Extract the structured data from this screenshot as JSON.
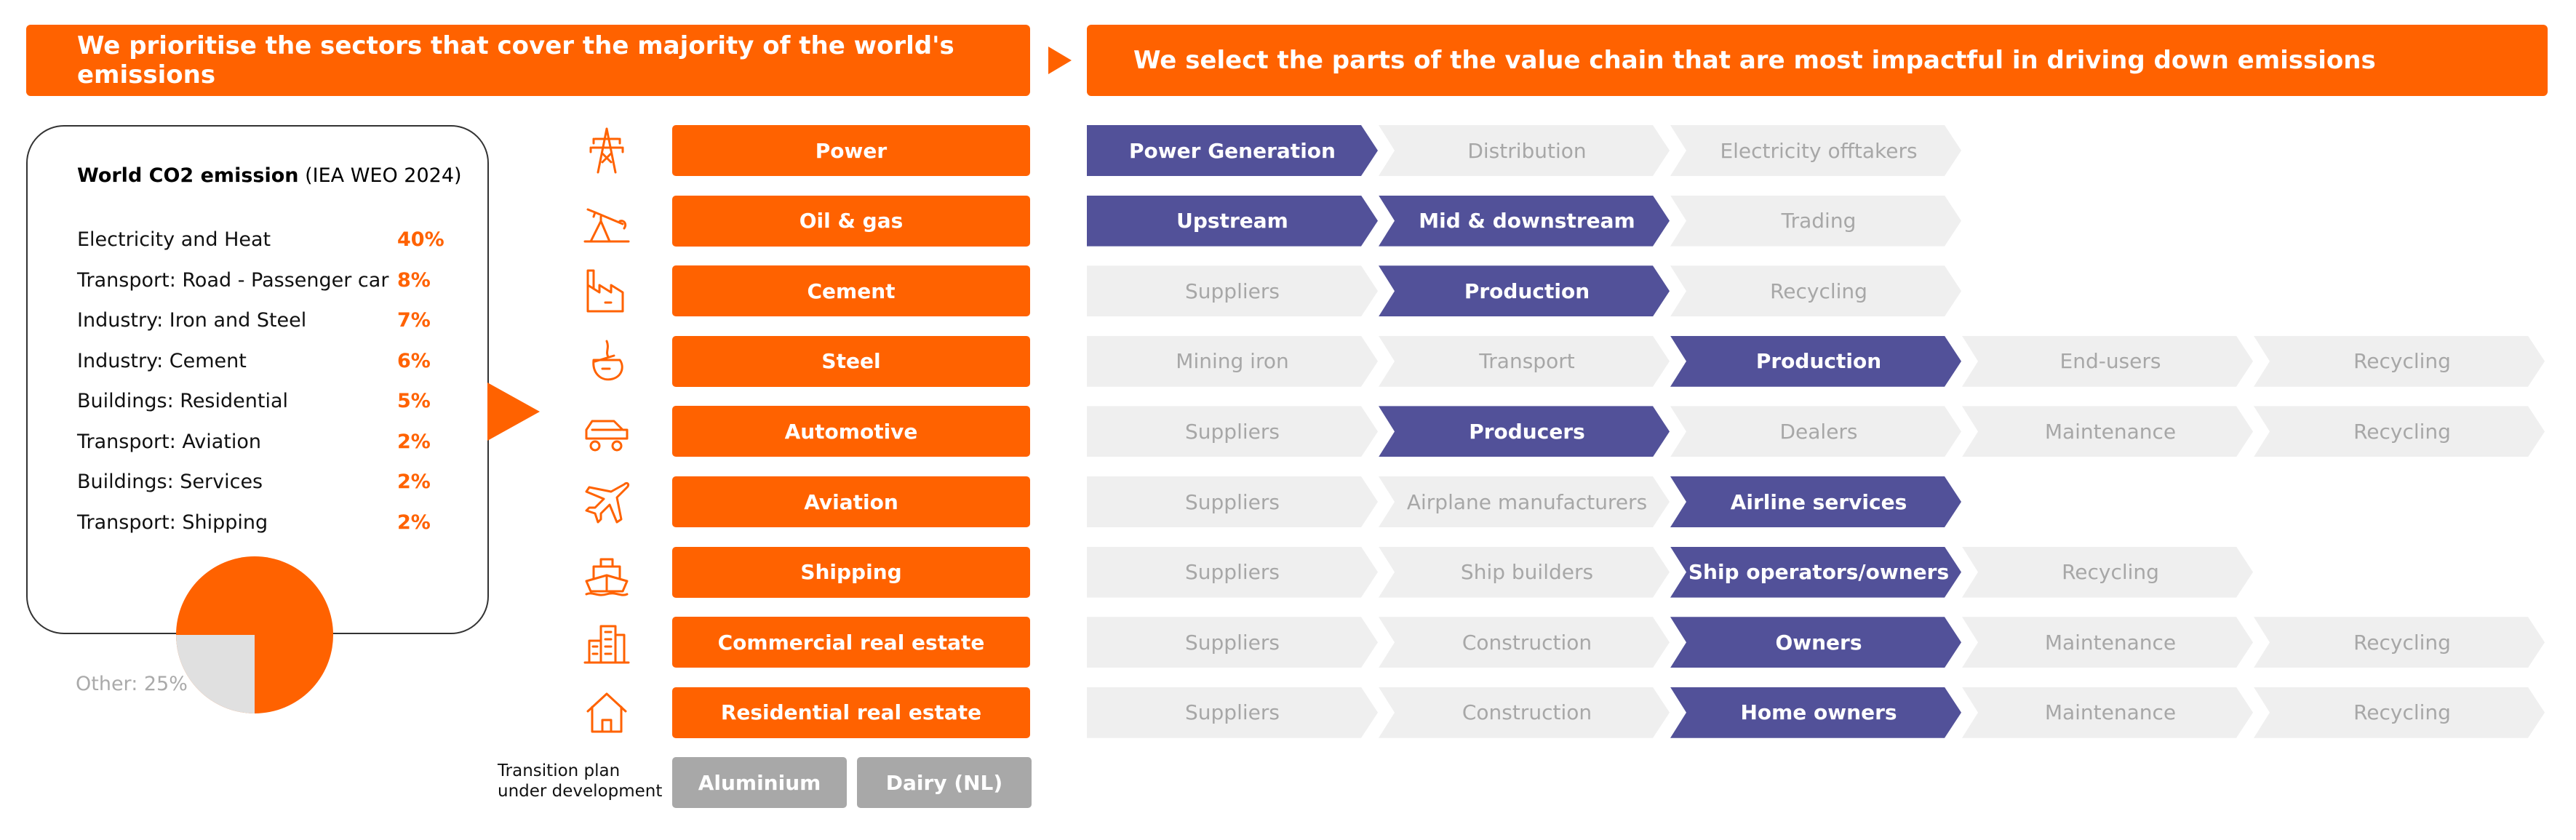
{
  "header": {
    "left_title": "We prioritise the sectors that cover the majority of the world's emissions",
    "right_title": "We select the parts of the value chain that are most impactful in driving down emissions"
  },
  "emissions": {
    "title_bold": "World CO2 emission",
    "title_source": "(IEA WEO 2024)",
    "rows": [
      {
        "label": "Electricity and Heat",
        "value": "40%"
      },
      {
        "label": "Transport: Road - Passenger car",
        "value": "8%"
      },
      {
        "label": "Industry: Iron and Steel",
        "value": "7%"
      },
      {
        "label": "Industry: Cement",
        "value": "6%"
      },
      {
        "label": "Buildings: Residential",
        "value": "5%"
      },
      {
        "label": "Transport: Aviation",
        "value": "2%"
      },
      {
        "label": "Buildings: Services",
        "value": "2%"
      },
      {
        "label": "Transport: Shipping",
        "value": "2%"
      }
    ],
    "other_label": "Other: 25%",
    "pie": {
      "covered_percent": 75,
      "other_percent": 25,
      "covered_color": "#ff6200",
      "other_color": "#e0e0e0"
    }
  },
  "sectors": [
    {
      "name": "Power",
      "icon": "power-pylon-icon",
      "chain": [
        {
          "label": "Power Generation",
          "on": true
        },
        {
          "label": "Distribution",
          "on": false
        },
        {
          "label": "Electricity offtakers",
          "on": false
        }
      ]
    },
    {
      "name": "Oil & gas",
      "icon": "oil-pump-icon",
      "chain": [
        {
          "label": "Upstream",
          "on": true
        },
        {
          "label": "Mid & downstream",
          "on": true
        },
        {
          "label": "Trading",
          "on": false
        }
      ]
    },
    {
      "name": "Cement",
      "icon": "factory-icon",
      "chain": [
        {
          "label": "Suppliers",
          "on": false
        },
        {
          "label": "Production",
          "on": true
        },
        {
          "label": "Recycling",
          "on": false
        }
      ]
    },
    {
      "name": "Steel",
      "icon": "steel-ladle-icon",
      "chain": [
        {
          "label": "Mining iron",
          "on": false
        },
        {
          "label": "Transport",
          "on": false
        },
        {
          "label": "Production",
          "on": true
        },
        {
          "label": "End-users",
          "on": false
        },
        {
          "label": "Recycling",
          "on": false
        }
      ]
    },
    {
      "name": "Automotive",
      "icon": "car-icon",
      "chain": [
        {
          "label": "Suppliers",
          "on": false
        },
        {
          "label": "Producers",
          "on": true
        },
        {
          "label": "Dealers",
          "on": false
        },
        {
          "label": "Maintenance",
          "on": false
        },
        {
          "label": "Recycling",
          "on": false
        }
      ]
    },
    {
      "name": "Aviation",
      "icon": "airplane-icon",
      "chain": [
        {
          "label": "Suppliers",
          "on": false
        },
        {
          "label": "Airplane manufacturers",
          "on": false
        },
        {
          "label": "Airline services",
          "on": true
        }
      ]
    },
    {
      "name": "Shipping",
      "icon": "ship-icon",
      "chain": [
        {
          "label": "Suppliers",
          "on": false
        },
        {
          "label": "Ship builders",
          "on": false
        },
        {
          "label": "Ship operators/owners",
          "on": true
        },
        {
          "label": "Recycling",
          "on": false
        }
      ]
    },
    {
      "name": "Commercial real estate",
      "icon": "office-building-icon",
      "chain": [
        {
          "label": "Suppliers",
          "on": false
        },
        {
          "label": "Construction",
          "on": false
        },
        {
          "label": "Owners",
          "on": true
        },
        {
          "label": "Maintenance",
          "on": false
        },
        {
          "label": "Recycling",
          "on": false
        }
      ]
    },
    {
      "name": "Residential real estate",
      "icon": "house-icon",
      "chain": [
        {
          "label": "Suppliers",
          "on": false
        },
        {
          "label": "Construction",
          "on": false
        },
        {
          "label": "Home owners",
          "on": true
        },
        {
          "label": "Maintenance",
          "on": false
        },
        {
          "label": "Recycling",
          "on": false
        }
      ]
    }
  ],
  "transition": {
    "label": "Transition plan\nunder development",
    "items": [
      "Aluminium",
      "Dairy (NL)"
    ]
  },
  "colors": {
    "accent": "#ff6200",
    "selected": "#525199",
    "unselected": "#efefef",
    "muted": "#a8a8a8"
  }
}
